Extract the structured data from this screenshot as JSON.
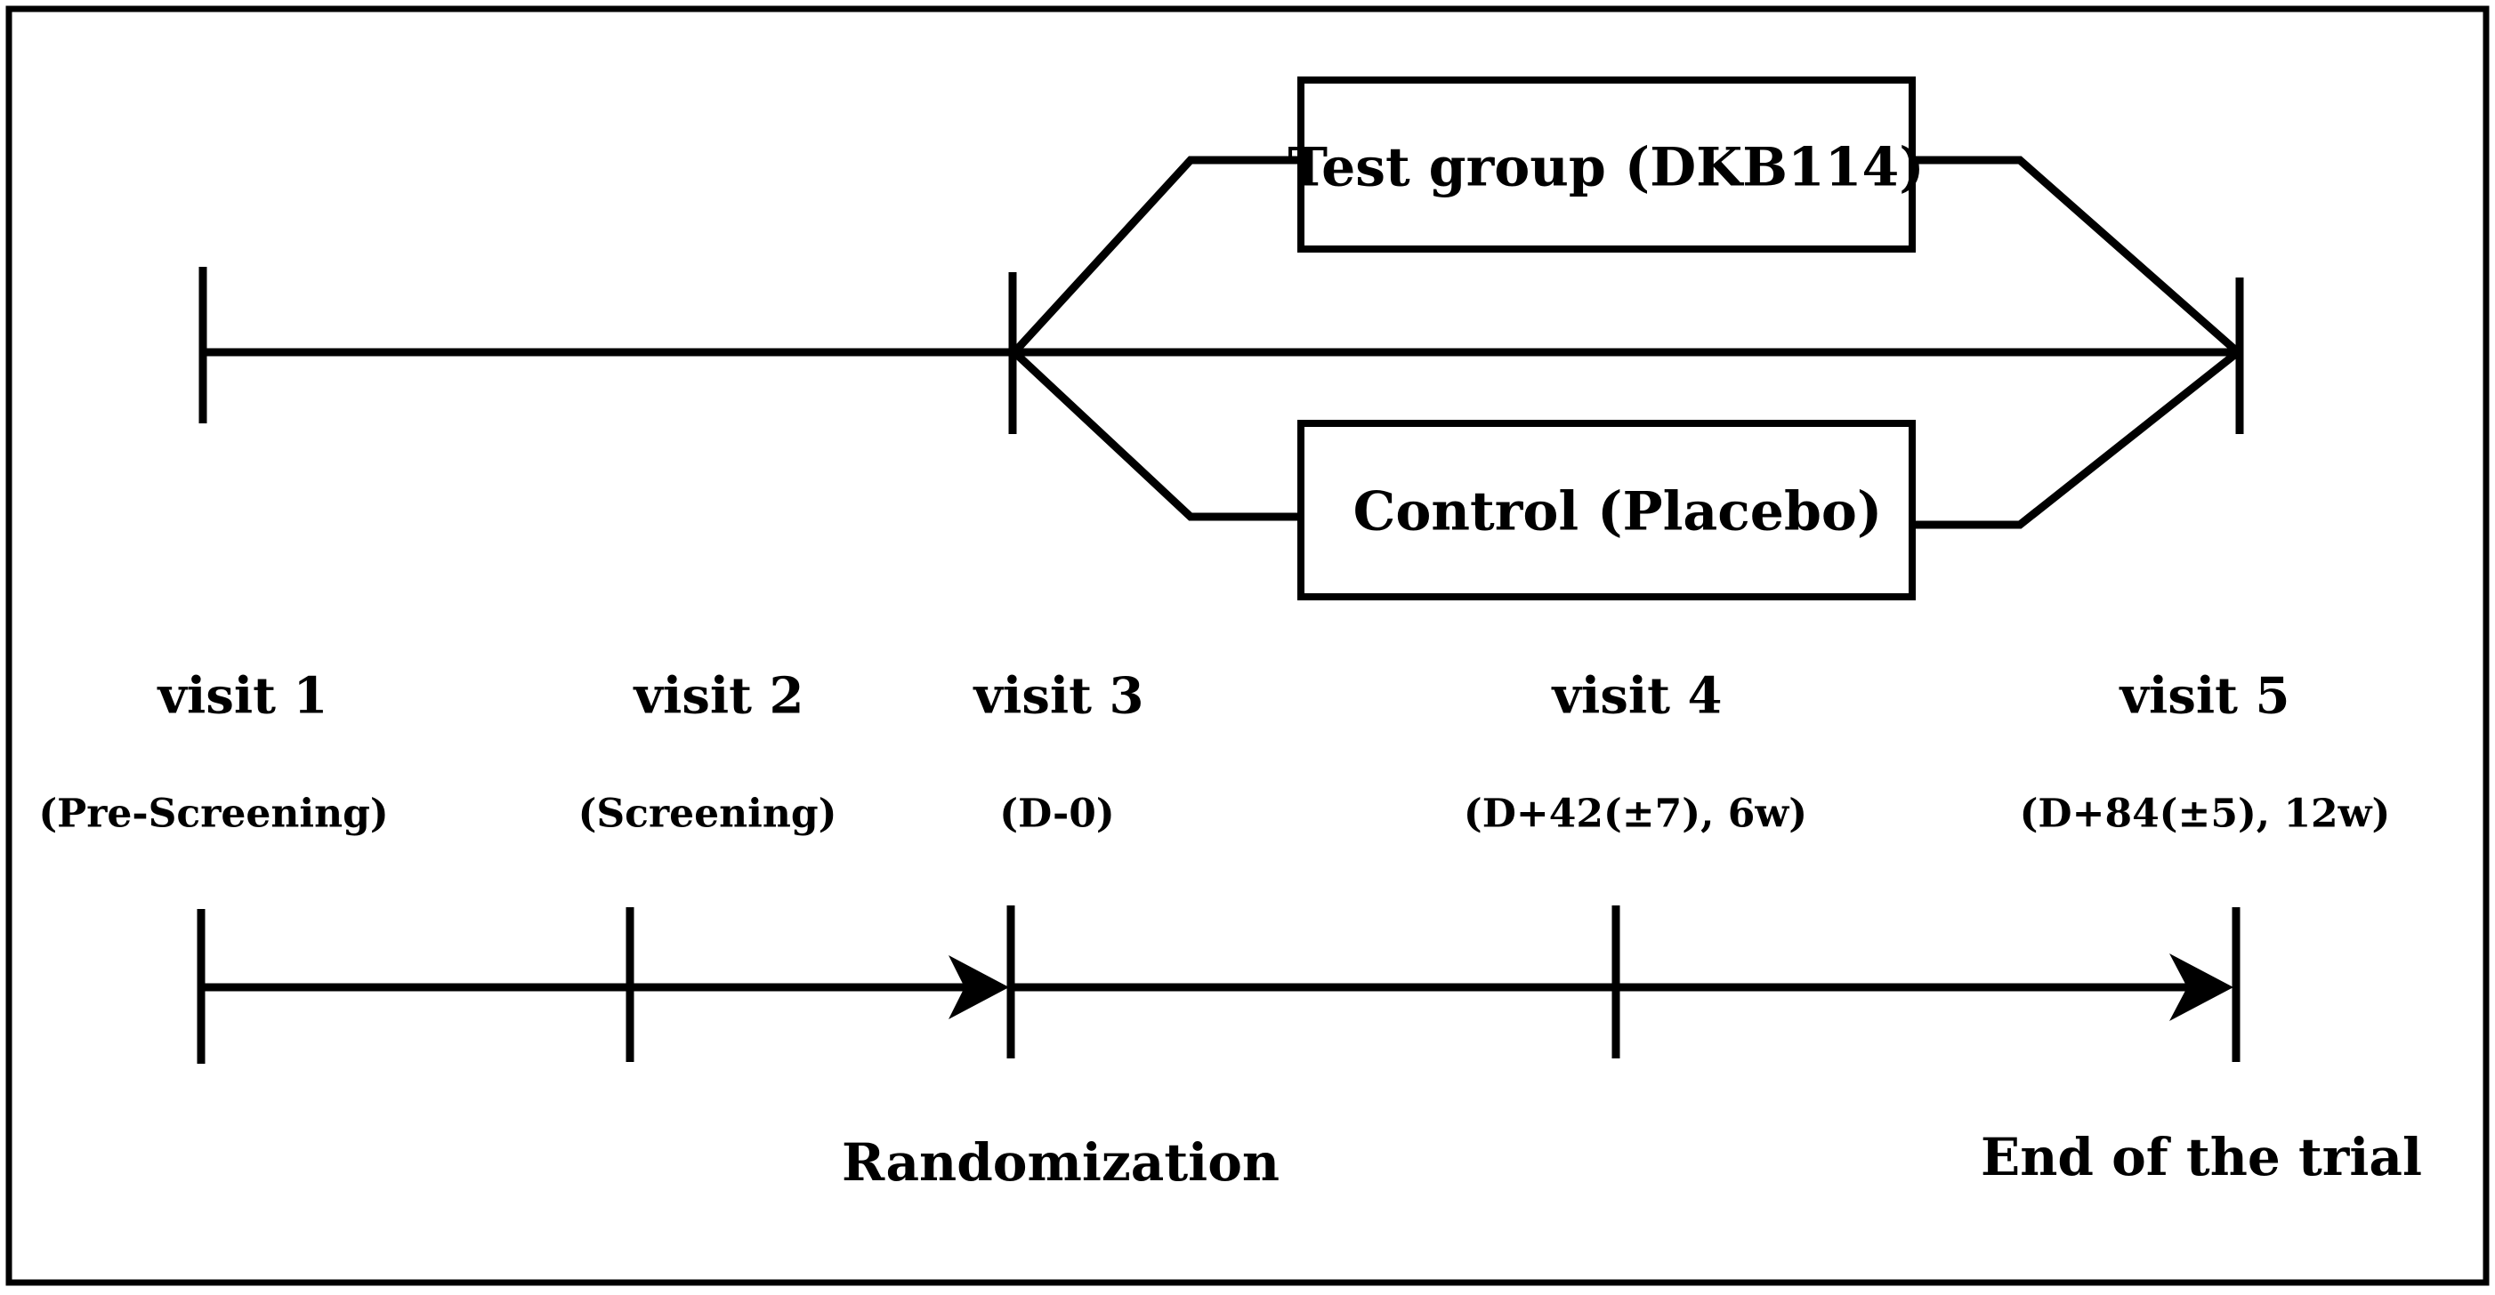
{
  "groups": {
    "test_label": "Test group (DKB114)",
    "control_label": "Control (Placebo)"
  },
  "visits": [
    {
      "label": "visit 1",
      "detail": "(Pre-Screening)"
    },
    {
      "label": "visit 2",
      "detail": "(Screening)"
    },
    {
      "label": "visit 3",
      "detail": "(D-0)"
    },
    {
      "label": "visit 4",
      "detail": "(D+42(±7), 6w)"
    },
    {
      "label": "visit 5",
      "detail": "(D+84(±5), 12w)"
    }
  ],
  "milestones": {
    "randomization": "Randomization",
    "end": "End of the trial"
  },
  "colors": {
    "stroke": "#000000",
    "background": "#ffffff"
  }
}
